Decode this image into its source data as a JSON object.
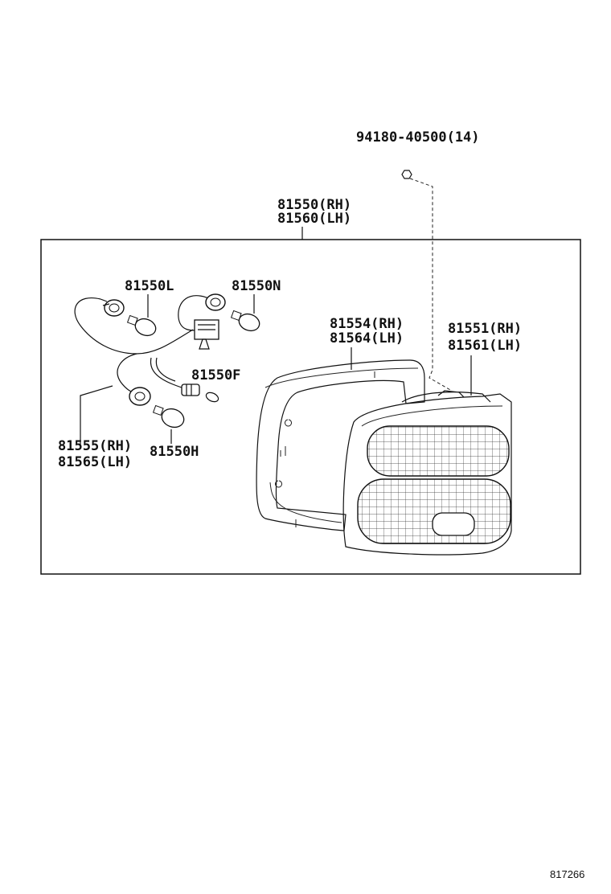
{
  "labels": {
    "screw": "94180-40500(14)",
    "lamp_assy_rh": "81550(RH)",
    "lamp_assy_lh": "81560(LH)",
    "bulb_l": "81550L",
    "bulb_n": "81550N",
    "bulb_f": "81550F",
    "bulb_h": "81550H",
    "gasket_rh": "81554(RH)",
    "gasket_lh": "81564(LH)",
    "lens_rh": "81551(RH)",
    "lens_lh": "81561(LH)",
    "socket_rh": "81555(RH)",
    "socket_lh": "81565(LH)"
  },
  "reference_number": "817266"
}
